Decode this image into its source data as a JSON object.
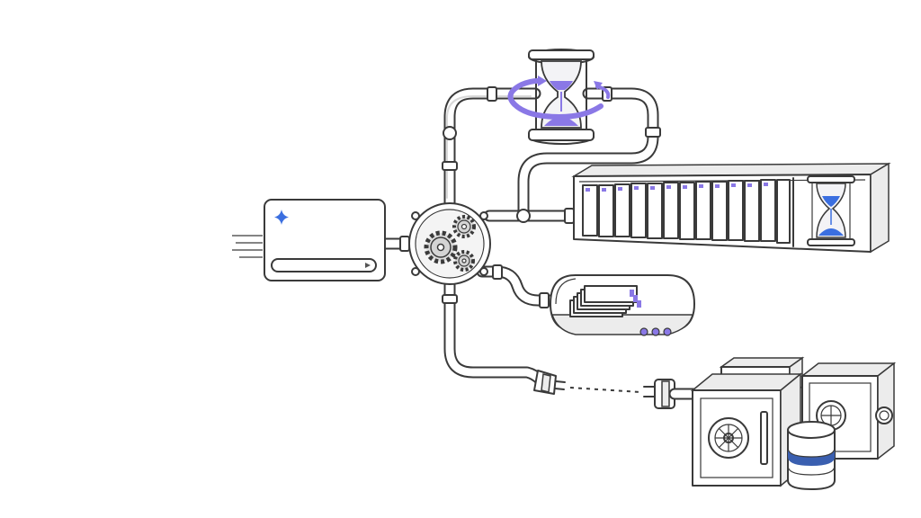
{
  "diagram": {
    "nodes": [
      {
        "id": "prompt-card",
        "kind": "input-card"
      },
      {
        "id": "gear-hub",
        "kind": "processor"
      },
      {
        "id": "hourglass-top",
        "kind": "timer"
      },
      {
        "id": "folder-rack",
        "kind": "storage-shelf"
      },
      {
        "id": "folder-capsule",
        "kind": "storage-capsule"
      },
      {
        "id": "safe-cluster",
        "kind": "vault"
      },
      {
        "id": "database",
        "kind": "database"
      }
    ],
    "edges": [
      {
        "from": "prompt-card",
        "to": "gear-hub",
        "style": "pipe"
      },
      {
        "from": "gear-hub",
        "to": "hourglass-top",
        "style": "pipe"
      },
      {
        "from": "gear-hub",
        "to": "folder-rack",
        "style": "pipe"
      },
      {
        "from": "gear-hub",
        "to": "folder-capsule",
        "style": "pipe"
      },
      {
        "from": "gear-hub",
        "to": "safe-cluster",
        "style": "pipe-unplugged"
      }
    ],
    "colors": {
      "ink": "#3a3a3a",
      "accent": "#8a78e6",
      "accent_light": "#c9c0f5",
      "spark": "#3b6fe0",
      "db_band": "#3a5fb0",
      "fill": "#ffffff",
      "shade": "#ececec"
    },
    "icons": [
      "sparkle-icon",
      "send-icon",
      "gear-icon",
      "hourglass-icon",
      "folder-icon",
      "safe-icon",
      "database-icon",
      "plug-icon"
    ]
  }
}
